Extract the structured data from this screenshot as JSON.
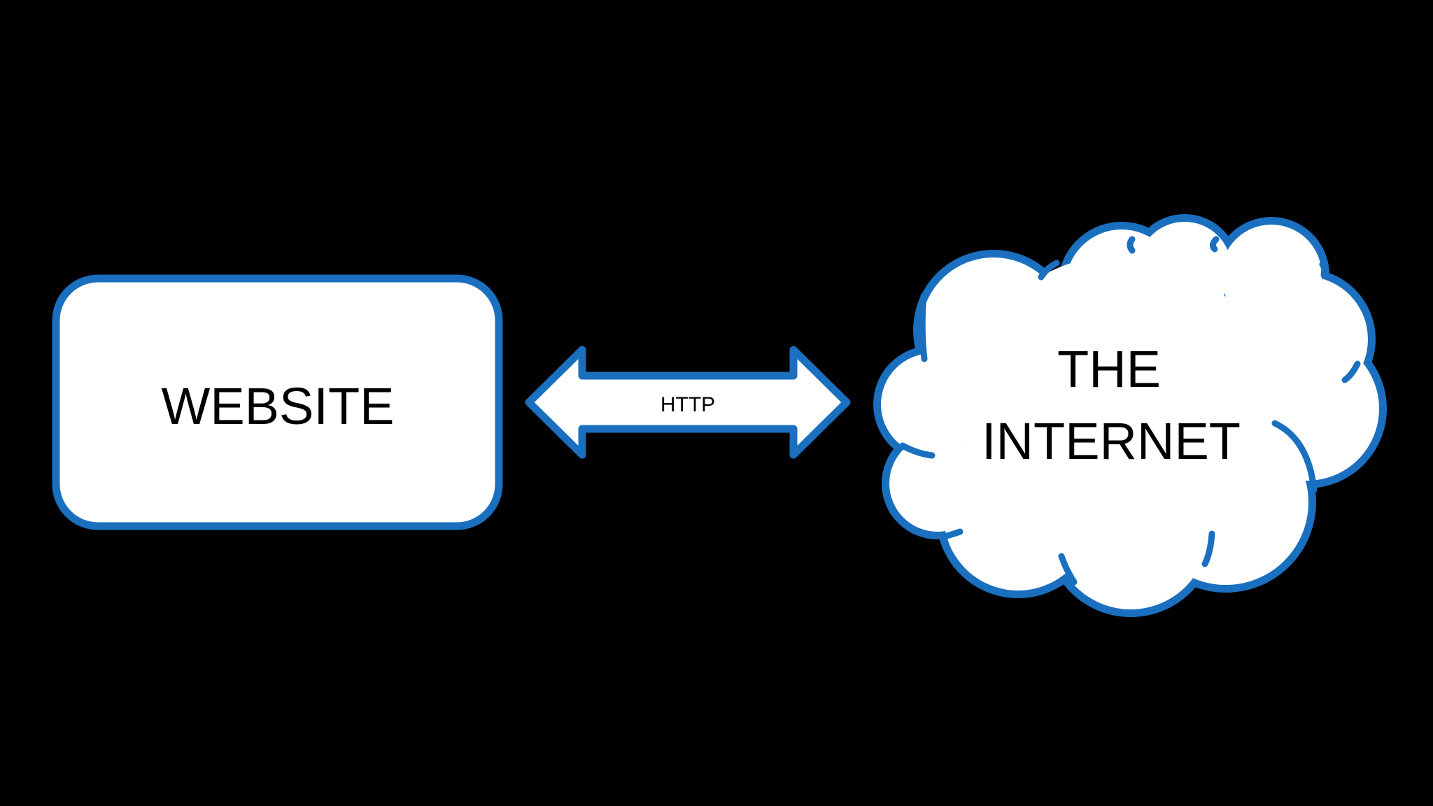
{
  "diagram": {
    "background_color": "#000000",
    "stroke_color": "#1a6fbf",
    "fill_color": "#ffffff",
    "nodes": {
      "website": {
        "label": "WEBSITE",
        "shape": "rounded-rectangle"
      },
      "internet": {
        "label_line1": "THE",
        "label_line2": "INTERNET",
        "shape": "cloud"
      }
    },
    "edge": {
      "label": "HTTP",
      "shape": "double-headed-arrow",
      "from": "website",
      "to": "internet"
    }
  }
}
